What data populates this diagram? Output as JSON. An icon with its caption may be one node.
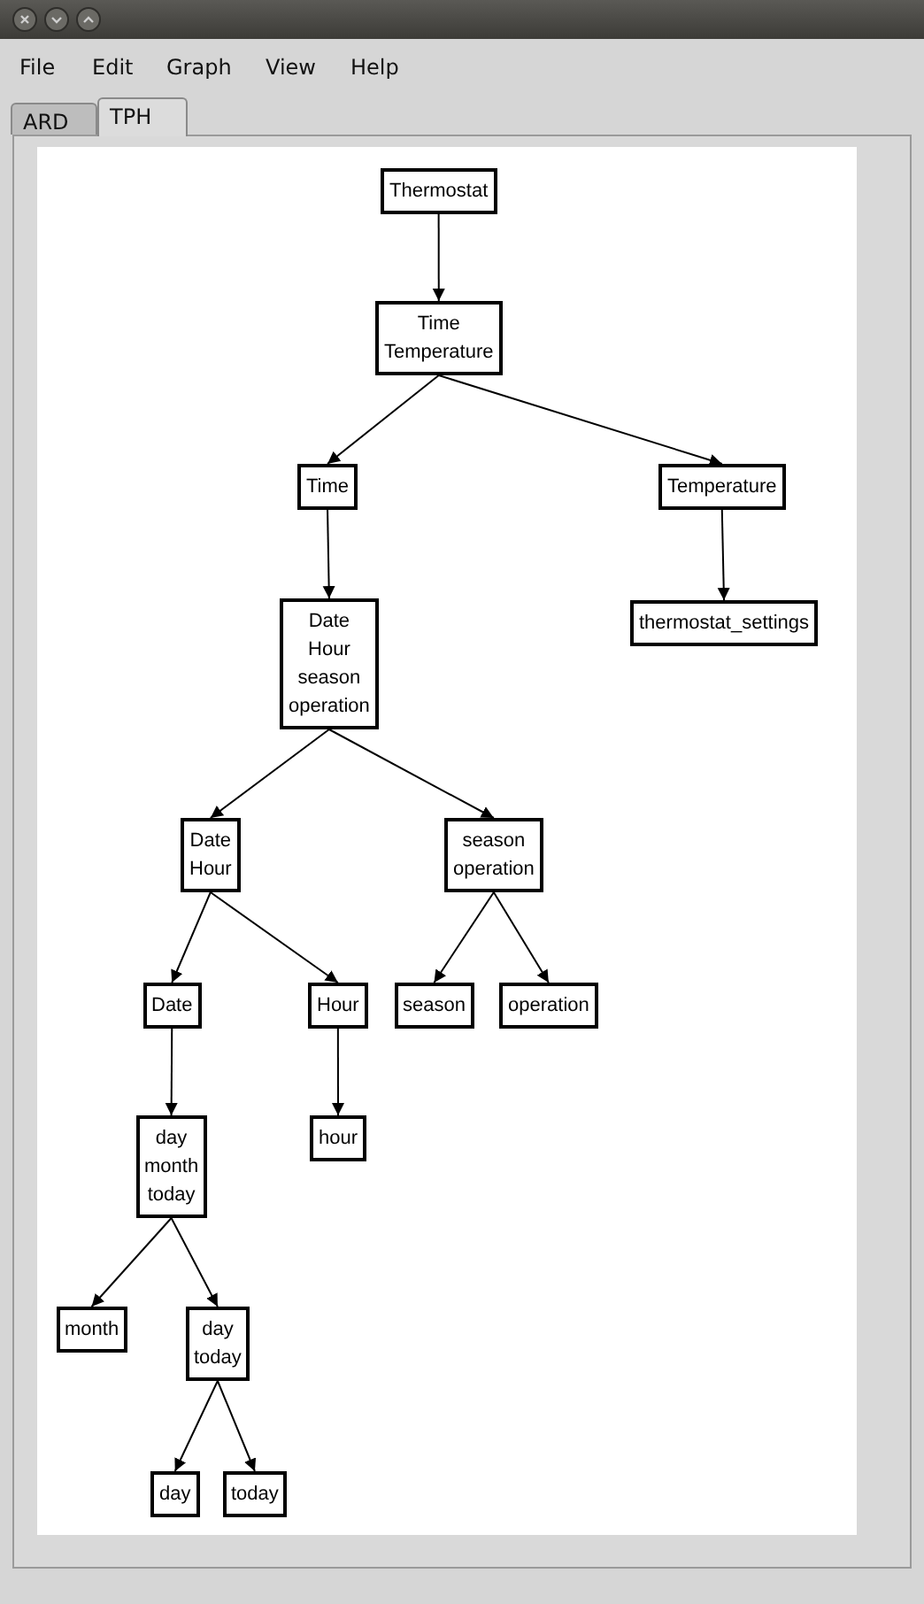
{
  "diagram": {
    "nodes": [
      {
        "text": [
          "Thermostat"
        ]
      },
      {
        "text": [
          "Time Temperature"
        ]
      },
      {
        "text": [
          "Time"
        ]
      },
      {
        "text": [
          "Temperature"
        ]
      },
      {
        "text": [
          "thermostat_settings"
        ]
      },
      {
        "text": [
          "Date Hour season operation"
        ]
      },
      {
        "text": [
          "Date Hour"
        ]
      },
      {
        "text": [
          "season operation"
        ]
      },
      {
        "text": [
          "Date"
        ]
      },
      {
        "text": [
          "Hour"
        ]
      },
      {
        "text": [
          "season"
        ]
      },
      {
        "text": [
          "operation"
        ]
      },
      {
        "text": [
          "day month today"
        ]
      },
      {
        "text": [
          "hour"
        ]
      },
      {
        "text": [
          "month"
        ]
      },
      {
        "text": [
          "day today"
        ]
      },
      {
        "text": [
          "day"
        ]
      },
      {
        "text": [
          "today"
        ]
      }
    ],
    "edges": [
      {
        "from": 0,
        "to": 1,
        "arrow": "to"
      },
      {
        "from": 1,
        "to": 2,
        "arrow": "to"
      },
      {
        "from": 1,
        "to": 3,
        "arrow": "to"
      },
      {
        "from": 3,
        "to": 4,
        "arrow": "to"
      },
      {
        "from": 2,
        "to": 5,
        "arrow": "to"
      },
      {
        "from": 5,
        "to": 6,
        "arrow": "to"
      },
      {
        "from": 5,
        "to": 7,
        "arrow": "to"
      },
      {
        "from": 6,
        "to": 8,
        "arrow": "to"
      },
      {
        "from": 6,
        "to": 9,
        "arrow": "to"
      },
      {
        "from": 7,
        "to": 10,
        "arrow": "to"
      },
      {
        "from": 7,
        "to": 11,
        "arrow": "to"
      },
      {
        "from": 8,
        "to": 12,
        "arrow": "to"
      },
      {
        "from": 9,
        "to": 13,
        "arrow": "to"
      },
      {
        "from": 12,
        "to": 14,
        "arrow": "to"
      },
      {
        "from": 12,
        "to": 15,
        "arrow": "to"
      },
      {
        "from": 15,
        "to": 16,
        "arrow": "to"
      },
      {
        "from": 15,
        "to": 17,
        "arrow": "to"
      }
    ],
    "labels": [
      "File",
      "Edit",
      "Graph",
      "View",
      "Help",
      "ARD",
      "TPH"
    ]
  }
}
